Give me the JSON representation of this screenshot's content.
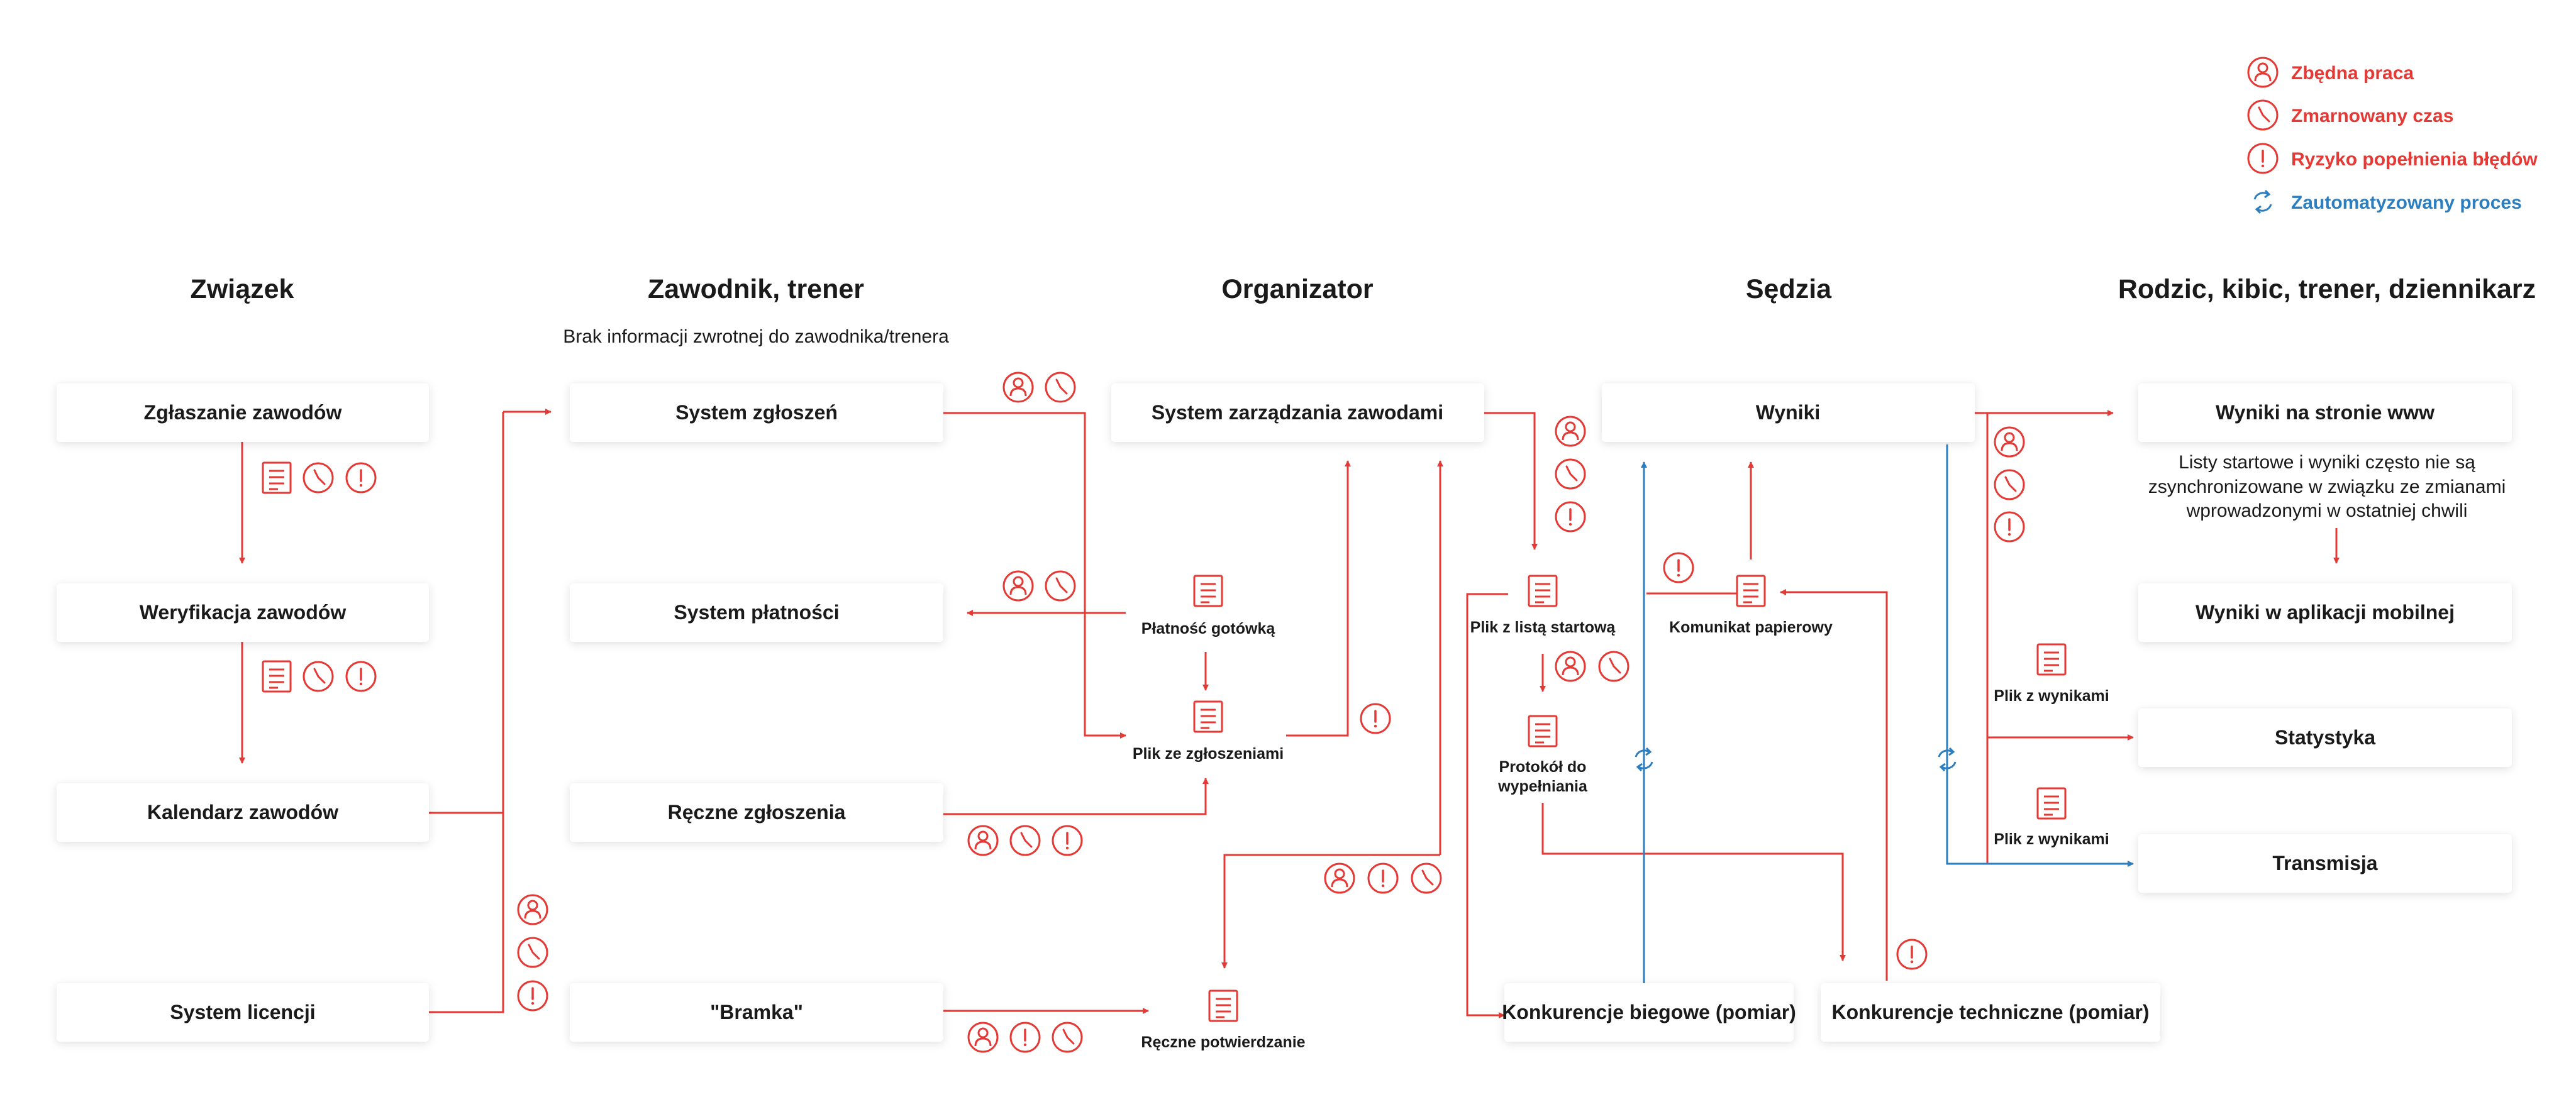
{
  "colors": {
    "red": "#e53935",
    "blue": "#2b7fc1",
    "text": "#1a1a1a"
  },
  "legend": [
    {
      "icon": "person-icon",
      "label": "Zbędna praca",
      "color": "#e53935"
    },
    {
      "icon": "clock-icon",
      "label": "Zmarnowany czas",
      "color": "#e53935"
    },
    {
      "icon": "warning-icon",
      "label": "Ryzyko popełnienia błędów",
      "color": "#e53935"
    },
    {
      "icon": "sync-icon",
      "label": "Zautomatyzowany proces",
      "color": "#2b7fc1"
    }
  ],
  "columns": {
    "zwiazek": "Związek",
    "zawodnik": "Zawodnik, trener",
    "organizator": "Organizator",
    "sedzia": "Sędzia",
    "rodzic": "Rodzic, kibic, trener, dziennikarz"
  },
  "notes": {
    "brak_informacji": "Brak informacji zwrotnej do zawodnika/trenera",
    "listy": [
      "Listy startowe i wyniki często nie są",
      "zsynchronizowane w związku ze zmianami",
      "wprowadzonymi w ostatniej chwili"
    ]
  },
  "boxes": {
    "zgloszenie_zawodow": "Zgłaszanie zawodów",
    "weryfikacja": "Weryfikacja zawodów",
    "kalendarz": "Kalendarz zawodów",
    "system_licencji": "System licencji",
    "system_zgloszen": "System zgłoszeń",
    "system_platnosci": "System płatności",
    "reczne_zgloszenia": "Ręczne zgłoszenia",
    "bramka": "\"Bramka\"",
    "system_zarzadzania": "System zarządzania zawodami",
    "wyniki": "Wyniki",
    "konkurencje_biegowe": "Konkurencje biegowe (pomiar)",
    "konkurencje_techniczne": "Konkurencje techniczne (pomiar)",
    "wyniki_www": "Wyniki na stronie www",
    "wyniki_mobilna": "Wyniki w aplikacji mobilnej",
    "statystyka": "Statystyka",
    "transmisja": "Transmisja"
  },
  "documents": {
    "platnosc_gotowka": [
      "Płatność gotówką"
    ],
    "plik_zgloszeniami": [
      "Plik ze zgłoszeniami"
    ],
    "reczne_potwierdzanie": [
      "Ręczne potwierdzanie"
    ],
    "plik_lista_startowa": [
      "Plik z listą startową"
    ],
    "protokol": [
      "Protokół do",
      "wypełniania"
    ],
    "komunikat_papierowy": [
      "Komunikat papierowy"
    ],
    "plik_wynikami_1": [
      "Plik z wynikami"
    ],
    "plik_wynikami_2": [
      "Plik z wynikami"
    ]
  }
}
